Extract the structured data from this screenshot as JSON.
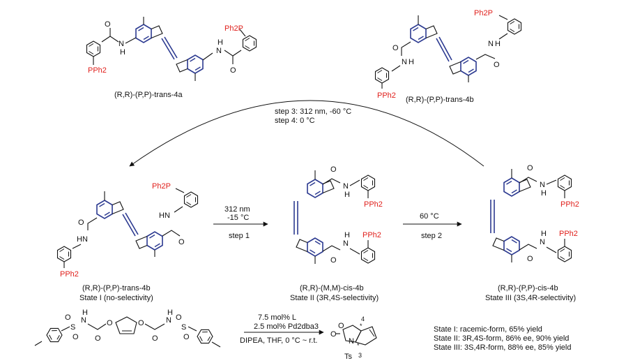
{
  "compounds": {
    "trans_4a": "(R,R)-(P,P)-trans-4a",
    "trans_4b_top": "(R,R)-(P,P)-trans-4b",
    "trans_4b_state1": "(R,R)-(P,P)-trans-4b",
    "cis_4b_state2": "(R,R)-(M,M)-cis-4b",
    "cis_4b_state3": "(R,R)-(P,P)-cis-4b"
  },
  "states": {
    "state1": "State I (no-selectivity)",
    "state2": "State II (3R,4S-selectivity)",
    "state3": "State III (3S,4R-selectivity)"
  },
  "arrows": {
    "step1_line1": "312 nm",
    "step1_line2": "-15 °C",
    "step1_label": "step 1",
    "step2_line1": "60 °C",
    "step2_label": "step 2",
    "cycle_line1": "step 3: 312 nm, -60 °C",
    "cycle_line2": "step 4: 0 °C"
  },
  "reaction": {
    "catalyst": "7.5 mol% L",
    "palladium": "2.5 mol% Pd2dba3",
    "base_solvent": "DIPEA, THF, 0 °C ~ r.t."
  },
  "atoms": {
    "pph2": "PPh2",
    "ph2p": "Ph2P",
    "nh": "N",
    "h": "H",
    "o": "O",
    "s": "S",
    "ts": "Ts",
    "locant3": "3",
    "locant4": "4",
    "star": "*"
  },
  "results": {
    "state1": "State I: racemic-form, 65% yield",
    "state2": "State II: 3R,4S-form, 86% ee, 90% yield",
    "state3": "State III: 3S,4R-form, 88% ee, 85% yield"
  },
  "colors": {
    "motor_blue": "#2b3990",
    "phosphine_red": "#e0201c",
    "bond_black": "#111111"
  }
}
